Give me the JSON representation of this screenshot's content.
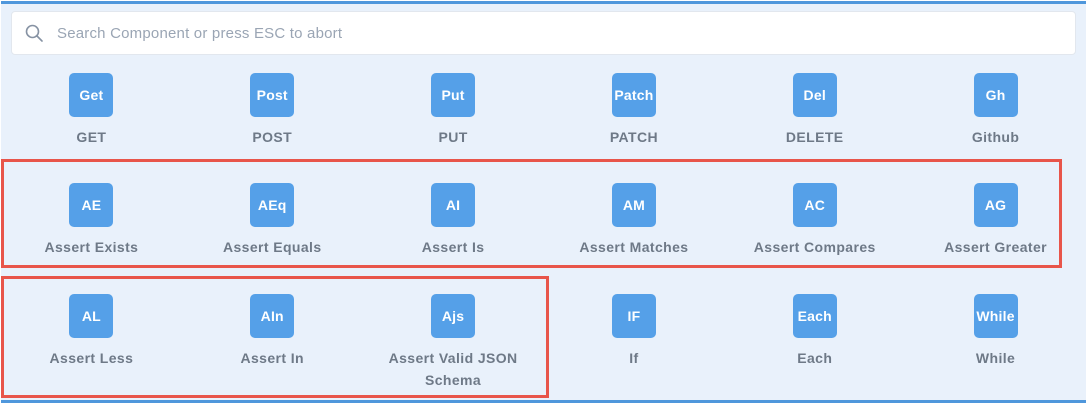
{
  "search": {
    "placeholder": "Search Component or press ESC to abort"
  },
  "rows": [
    {
      "items": [
        {
          "badge": "Get",
          "label": "GET"
        },
        {
          "badge": "Post",
          "label": "POST"
        },
        {
          "badge": "Put",
          "label": "PUT"
        },
        {
          "badge": "Patch",
          "label": "PATCH"
        },
        {
          "badge": "Del",
          "label": "DELETE"
        },
        {
          "badge": "Gh",
          "label": "Github"
        }
      ]
    },
    {
      "items": [
        {
          "badge": "AE",
          "label": "Assert Exists"
        },
        {
          "badge": "AEq",
          "label": "Assert Equals"
        },
        {
          "badge": "AI",
          "label": "Assert Is"
        },
        {
          "badge": "AM",
          "label": "Assert Matches"
        },
        {
          "badge": "AC",
          "label": "Assert Compares"
        },
        {
          "badge": "AG",
          "label": "Assert Greater"
        }
      ]
    },
    {
      "items": [
        {
          "badge": "AL",
          "label": "Assert Less"
        },
        {
          "badge": "AIn",
          "label": "Assert In"
        },
        {
          "badge": "Ajs",
          "label": "Assert Valid JSON Schema"
        },
        {
          "badge": "IF",
          "label": "If"
        },
        {
          "badge": "Each",
          "label": "Each"
        },
        {
          "badge": "While",
          "label": "While"
        }
      ]
    }
  ],
  "colors": {
    "badge_blue": "#55a0e8",
    "panel_background": "#e9f1fb",
    "border_blue": "#4f97dc",
    "highlight_red": "#e8554a",
    "label_gray": "#6e7987"
  }
}
